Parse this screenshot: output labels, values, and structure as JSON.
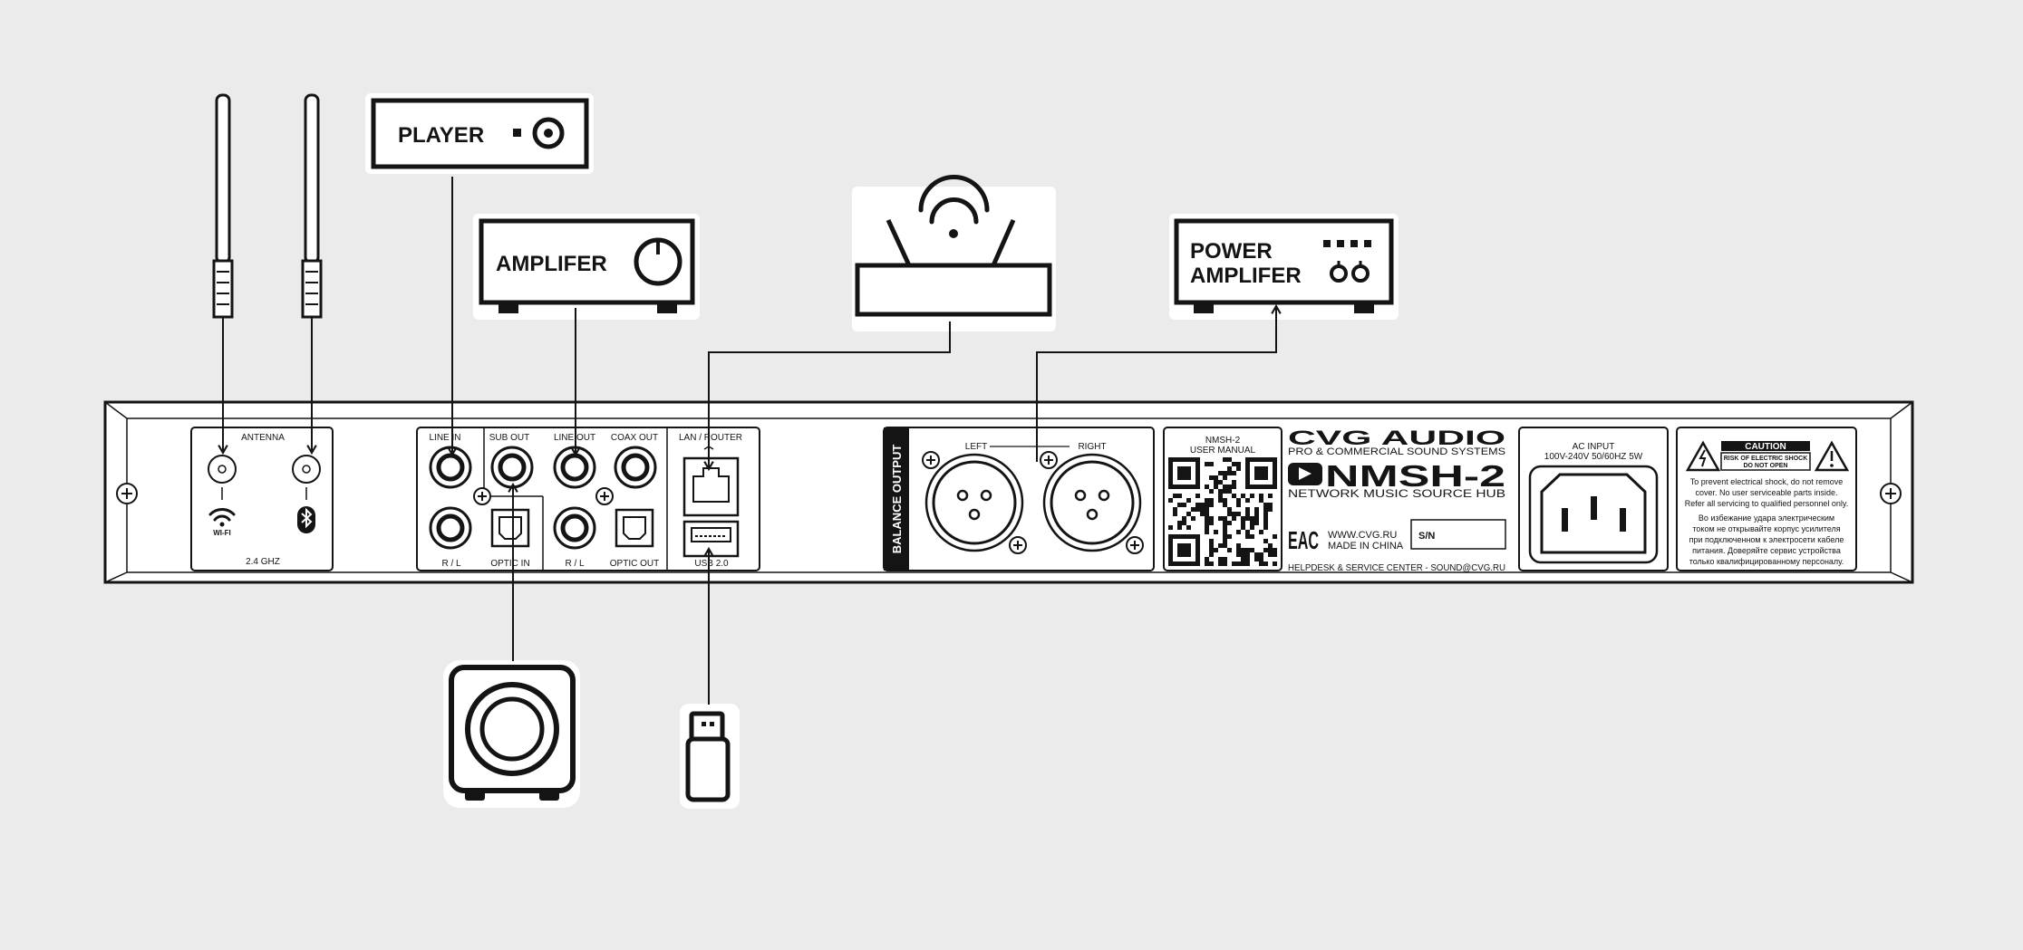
{
  "devices": {
    "player": "PLAYER",
    "amplifier": "AMPLIFER",
    "power_amp_line1": "POWER",
    "power_amp_line2": "AMPLIFER"
  },
  "panel": {
    "antenna": {
      "title": "ANTENNA",
      "wifi_label": "WI-FI",
      "freq": "2.4 GHZ"
    },
    "io": {
      "line_in": "LINE IN",
      "sub_out": "SUB OUT",
      "line_out": "LINE OUT",
      "coax_out": "COAX OUT",
      "lan_router": "LAN / ROUTER",
      "rl_1": "R / L",
      "optic_in": "OPTIC IN",
      "rl_2": "R / L",
      "optic_out": "OPTIC OUT",
      "usb": "USB 2.0"
    },
    "balance": {
      "title": "BALANCE OUTPUT",
      "left": "LEFT",
      "right": "RIGHT"
    },
    "manual": {
      "line1": "NMSH-2",
      "line2": "USER MANUAL"
    },
    "brand": {
      "logo": "CVG AUDIO",
      "tagline": "PRO & COMMERCIAL SOUND SYSTEMS",
      "model": "NMSH-2",
      "subtitle": "NETWORK MUSIC SOURCE HUB",
      "eac": "EAC",
      "website": "WWW.CVG.RU",
      "made_in": "MADE IN CHINA",
      "sn": "S/N",
      "helpdesk": "HELPDESK & SERVICE CENTER - SOUND@CVG.RU"
    },
    "power": {
      "line1": "AC INPUT",
      "line2": "100V-240V 50/60HZ 5W"
    },
    "caution": {
      "title": "CAUTION",
      "sub1": "RISK OF ELECTRIC SHOCK",
      "sub2": "DO NOT OPEN",
      "en1": "To prevent electrical shock, do not remove",
      "en2": "cover. No user serviceable parts inside.",
      "en3": "Refer all servicing to qualified personnel only.",
      "ru1": "Во избежание удара электрическим",
      "ru2": "током  не открывайте корпус усилителя",
      "ru3": "при подключенном к электросети кабеле",
      "ru4": "питания. Доверяйте сервис устройства",
      "ru5": "только квалифицированному персоналу."
    }
  },
  "colors": {
    "background": "#ebebeb",
    "ink": "#141414",
    "panel_fill": "#ffffff"
  }
}
